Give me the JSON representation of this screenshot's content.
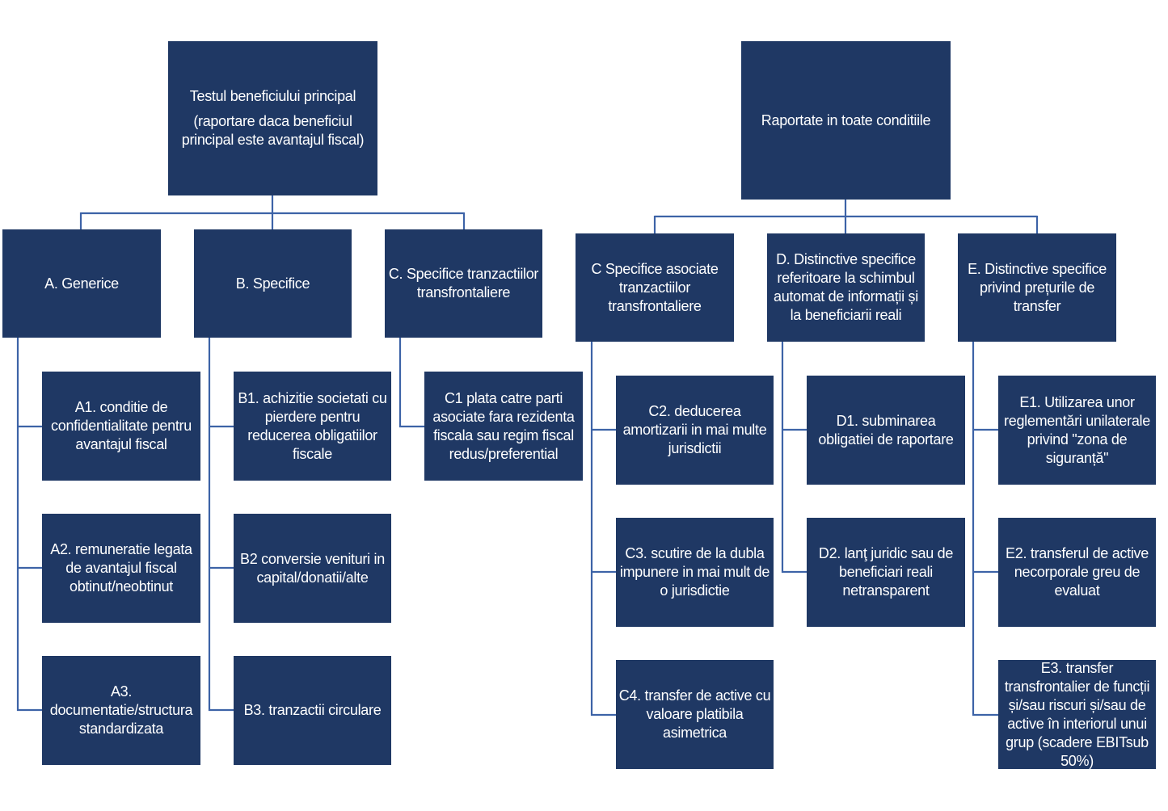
{
  "left_tree": {
    "root": {
      "title": "Testul beneficiului principal",
      "subtitle": "(raportare daca beneficiul principal este avantajul fiscal)"
    },
    "categories": [
      {
        "label": "A. Generice",
        "children": [
          "A1. conditie de confidentialitate pentru avantajul fiscal",
          "A2. remuneratie legata de avantajul fiscal obtinut/neobtinut",
          "A3. documentatie/structura standardizata"
        ]
      },
      {
        "label": "B. Specifice",
        "children": [
          "B1. achizitie societati cu pierdere pentru reducerea obligatiilor fiscale",
          "B2 conversie venituri in capital/donatii/alte",
          "B3. tranzactii circulare"
        ]
      },
      {
        "label": "C. Specifice tranzactiilor transfrontaliere",
        "children": [
          "C1 plata catre parti asociate fara rezidenta fiscala sau regim fiscal redus/preferential"
        ]
      }
    ]
  },
  "right_tree": {
    "root": {
      "title": "Raportate in toate conditiile"
    },
    "categories": [
      {
        "label": "C Specifice asociate tranzactiilor transfrontaliere",
        "children": [
          "C2. deducerea amortizarii in mai multe jurisdictii",
          "C3. scutire de la dubla impunere in mai mult de o jurisdictie",
          "C4. transfer de active cu valoare platibila asimetrica"
        ]
      },
      {
        "label": "D. Distinctive specifice referitoare la schimbul automat de informații și la beneficiarii reali",
        "children": [
          "D1. subminarea obligatiei de raportare",
          "D2. lanţ juridic sau de beneficiari reali netransparent"
        ]
      },
      {
        "label": "E. Distinctive specifice privind prețurile de transfer",
        "children": [
          "E1. Utilizarea unor reglementări unilaterale privind \"zona de siguranță\"",
          "E2. transferul de active necorporale greu de evaluat",
          "E3. transfer transfrontalier de funcții și/sau riscuri și/sau de active în interiorul unui grup (scadere EBITsub 50%)"
        ]
      }
    ]
  },
  "colors": {
    "box_fill": "#1f3864",
    "connector": "#3d63a7",
    "text": "#ffffff"
  }
}
